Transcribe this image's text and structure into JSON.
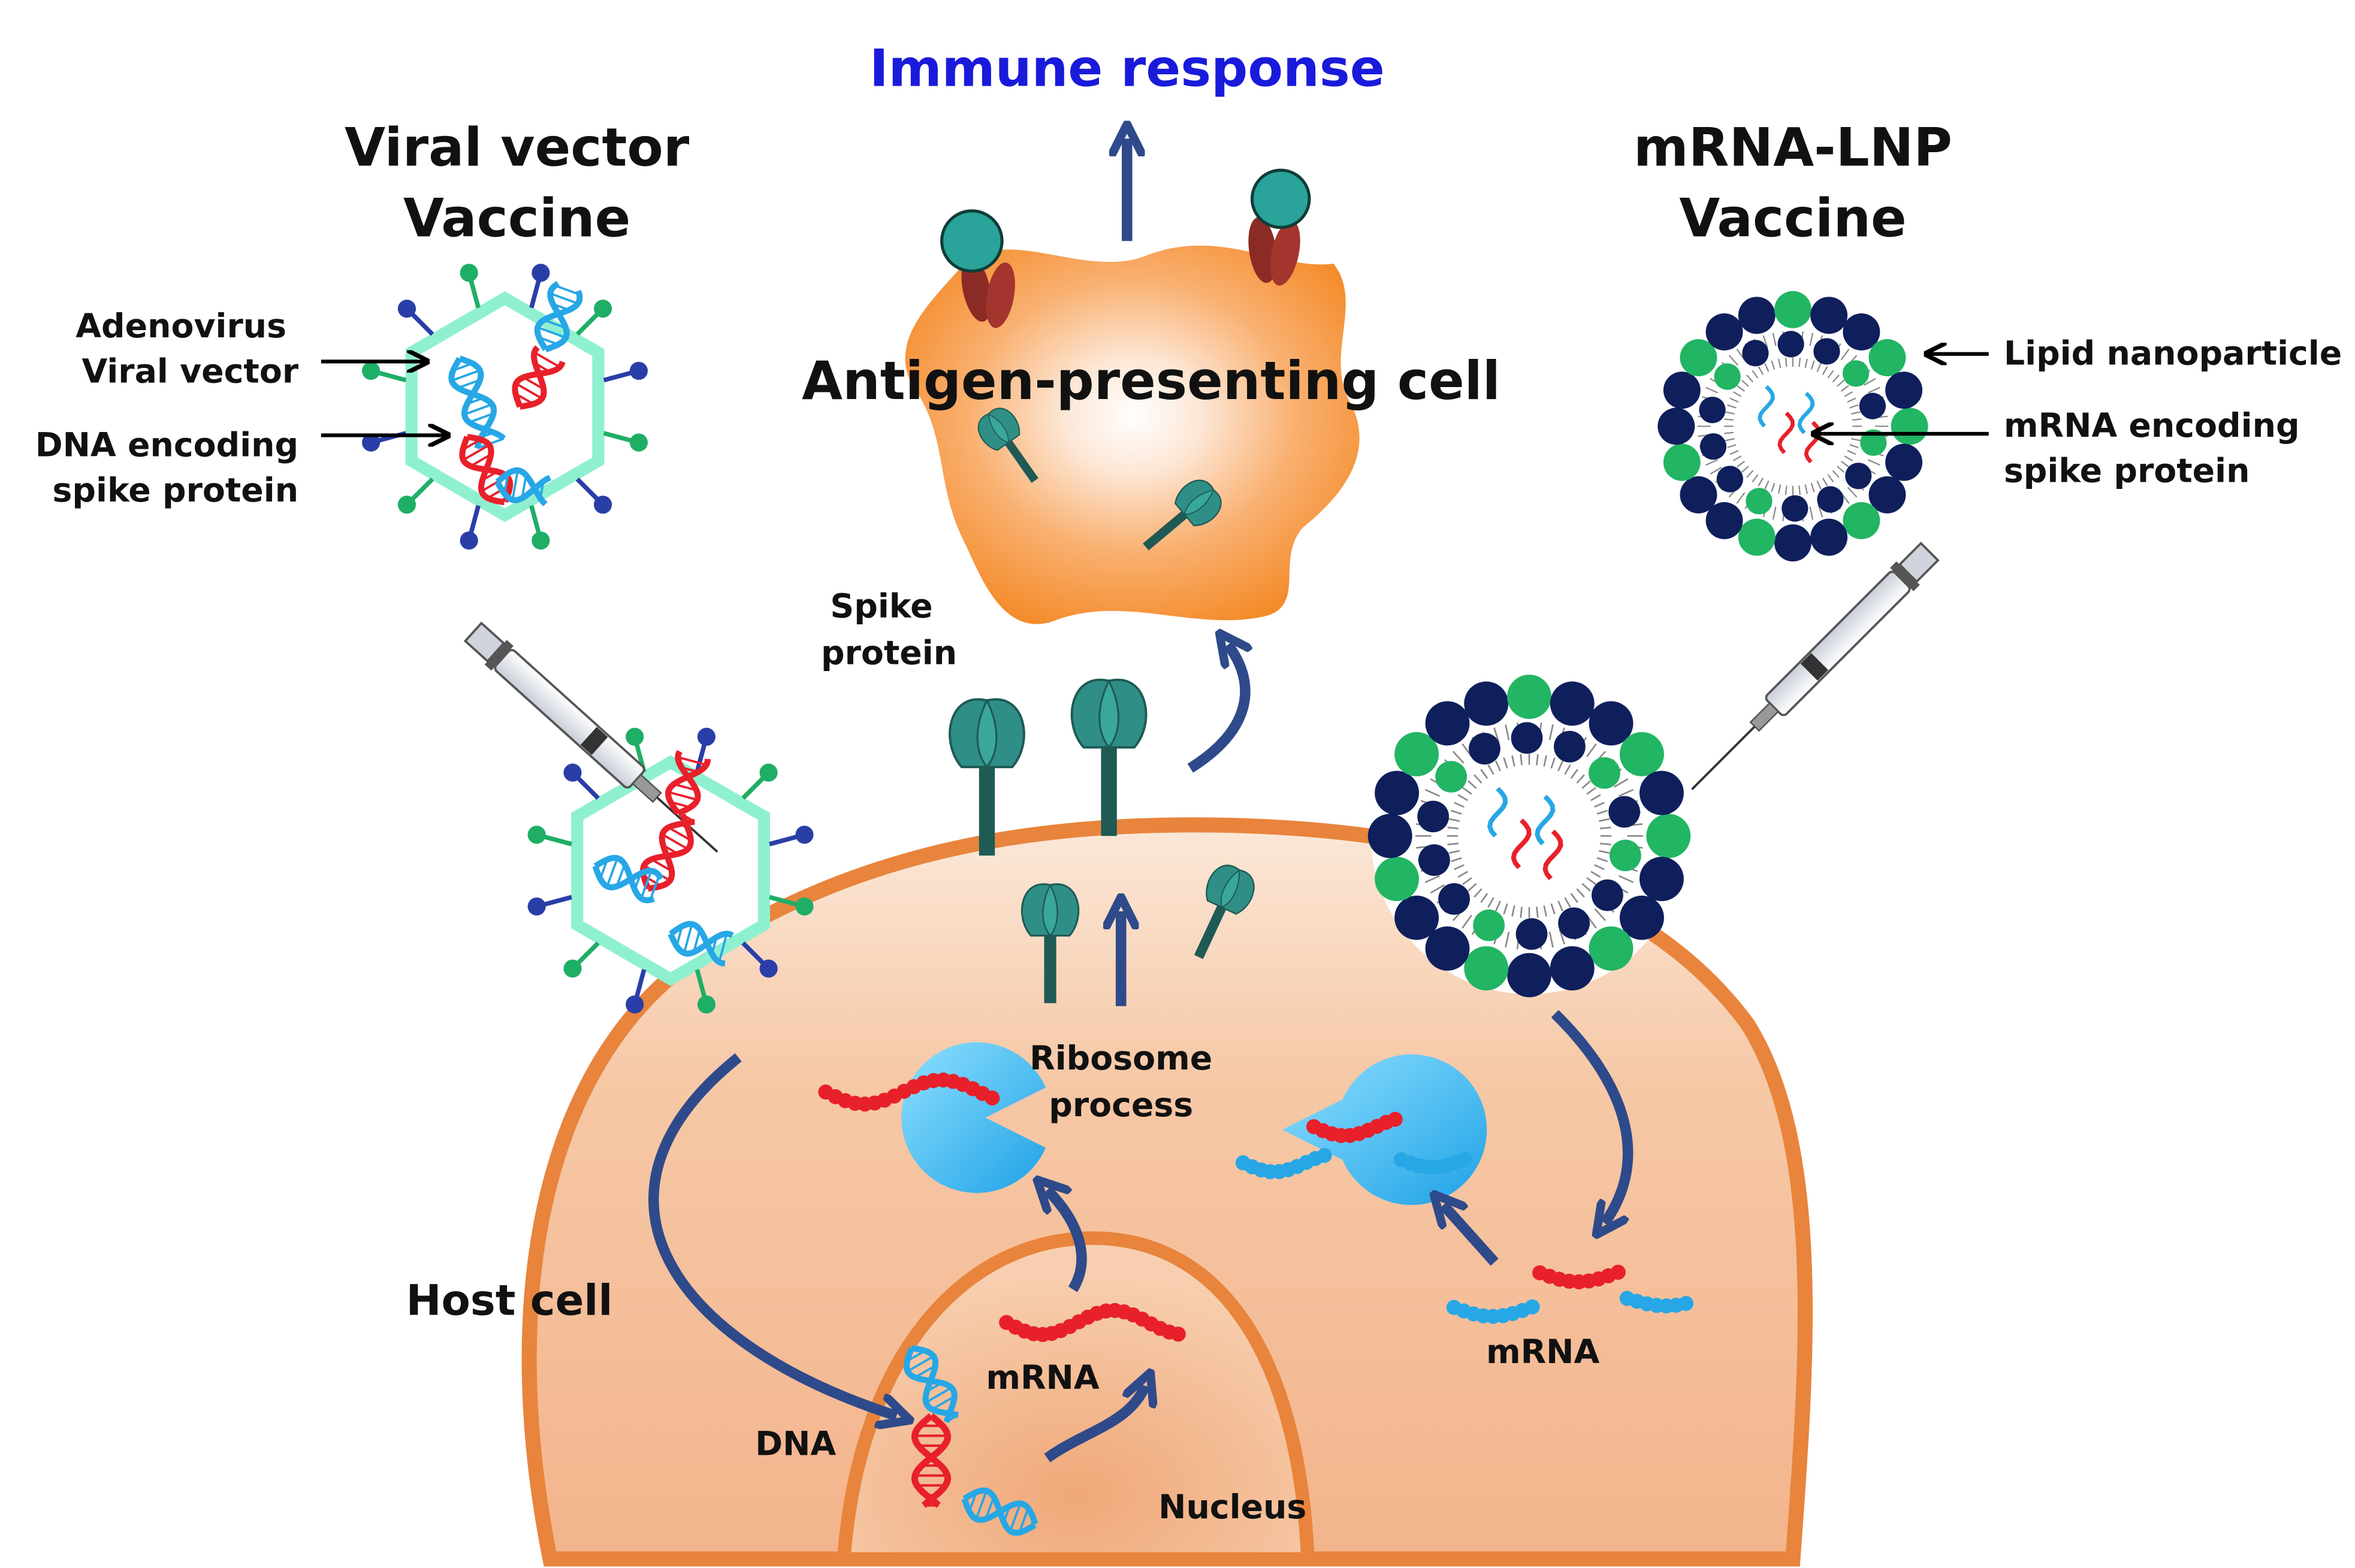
{
  "title": "Immune response",
  "viral_vector": {
    "title_line1": "Viral vector",
    "title_line2": "Vaccine",
    "label_adenovirus_1": "Adenovirus",
    "label_adenovirus_2": "Viral vector",
    "label_dna_1": "DNA encoding",
    "label_dna_2": "spike protein"
  },
  "mrna_lnp": {
    "title_line1": "mRNA-LNP",
    "title_line2": "Vaccine",
    "label_lnp": "Lipid nanoparticle",
    "label_mrna_1": "mRNA encoding",
    "label_mrna_2": "spike protein"
  },
  "apc": {
    "label": "Antigen-presenting cell"
  },
  "spike": {
    "line1": "Spike",
    "line2": "protein"
  },
  "ribosome": {
    "line1": "Ribosome",
    "line2": "process"
  },
  "host_cell": {
    "label": "Host cell"
  },
  "nucleus": {
    "label": "Nucleus"
  },
  "labels": {
    "dna": "DNA",
    "mrna_nucleus": "mRNA",
    "mrna_cytoplasm": "mRNA"
  },
  "colors": {
    "title_blue": "#1a1adb",
    "arrow_blue": "#2f4a8a",
    "cell_fill": "#f6c6a4",
    "cell_stroke": "#e8843c",
    "apc_orange": "#f7a24a",
    "spike_teal": "#2f8f86",
    "mrna_red": "#e8202a",
    "mrna_blue": "#27a7e6",
    "lipid_navy": "#0f1f5c",
    "lipid_green": "#22b563",
    "capsid": "#8ff0d0"
  }
}
